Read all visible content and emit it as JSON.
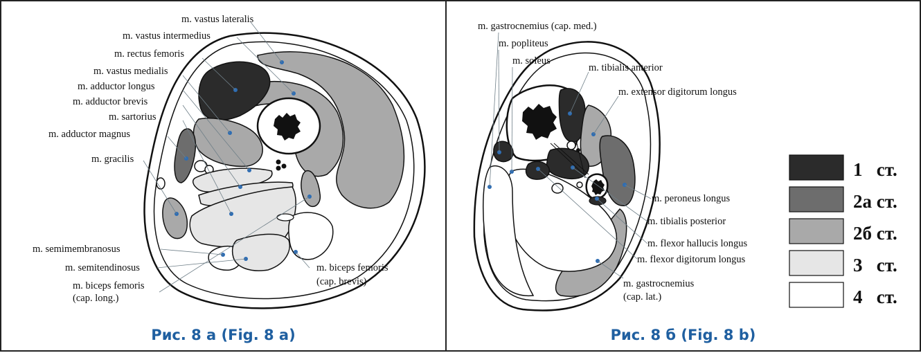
{
  "panel_a": {
    "caption": "Рис. 8 а (Fig. 8 a)",
    "labels": {
      "vastus_lateralis": "m. vastus lateralis",
      "vastus_intermedius": "m. vastus intermedius",
      "rectus_femoris": "m. rectus femoris",
      "vastus_medialis": "m. vastus medialis",
      "adductor_longus": "m. adductor longus",
      "adductor_brevis": "m. adductor brevis",
      "sartorius": "m. sartorius",
      "adductor_magnus": "m. adductor magnus",
      "gracilis": "m. gracilis",
      "semimembranosus": "m. semimembranosus",
      "semitendinosus": "m. semitendinosus",
      "biceps_long_1": "m. biceps femoris",
      "biceps_long_2": "(cap. long.)",
      "biceps_brevis_1": "m. biceps femoris",
      "biceps_brevis_2": "(cap. brevis)"
    }
  },
  "panel_b": {
    "caption": "Рис. 8 б (Fig. 8 b)",
    "labels": {
      "gastro_med": "m. gastrocnemius (cap. med.)",
      "popliteus": "m. popliteus",
      "soleus": "m. soleus",
      "tibialis_anterior": "m. tibialis anterior",
      "extensor_digitorum": "m. extensor digitorum longus",
      "peroneus_longus": "m. peroneus longus",
      "tibialis_posterior": "m. tibialis posterior",
      "flexor_hallucis": "m. flexor hallucis longus",
      "flexor_digitorum": "m. flexor digitorum longus",
      "gastro_lat_1": "m. gastrocnemius",
      "gastro_lat_2": "(cap. lat.)"
    }
  },
  "legend": [
    {
      "label": "1   ст.",
      "color": "#2b2b2b"
    },
    {
      "label": "2а ст.",
      "color": "#6d6d6d"
    },
    {
      "label": "2б ст.",
      "color": "#a9a9a9"
    },
    {
      "label": "3   ст.",
      "color": "#e6e6e6"
    },
    {
      "label": "4   ст.",
      "color": "#ffffff"
    }
  ]
}
